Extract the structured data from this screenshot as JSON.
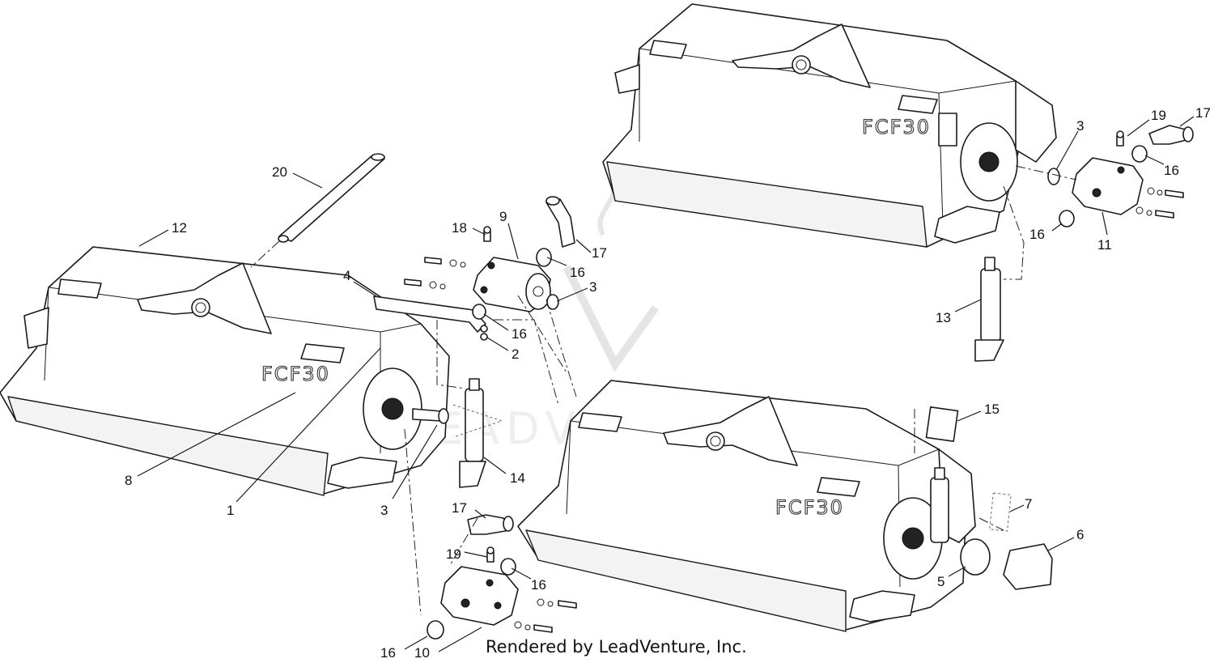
{
  "diagram": {
    "brand_text": "FCF30",
    "watermark": "LEADVENTURE",
    "footer": "Rendered by LeadVenture, Inc.",
    "callouts": [
      "20",
      "12",
      "18",
      "9",
      "17",
      "16",
      "4",
      "3",
      "16",
      "2",
      "8",
      "1",
      "3",
      "14",
      "17",
      "19",
      "16",
      "16",
      "10",
      "11",
      "13",
      "15",
      "7",
      "6",
      "5",
      "3",
      "19",
      "17",
      "16",
      "16"
    ]
  }
}
